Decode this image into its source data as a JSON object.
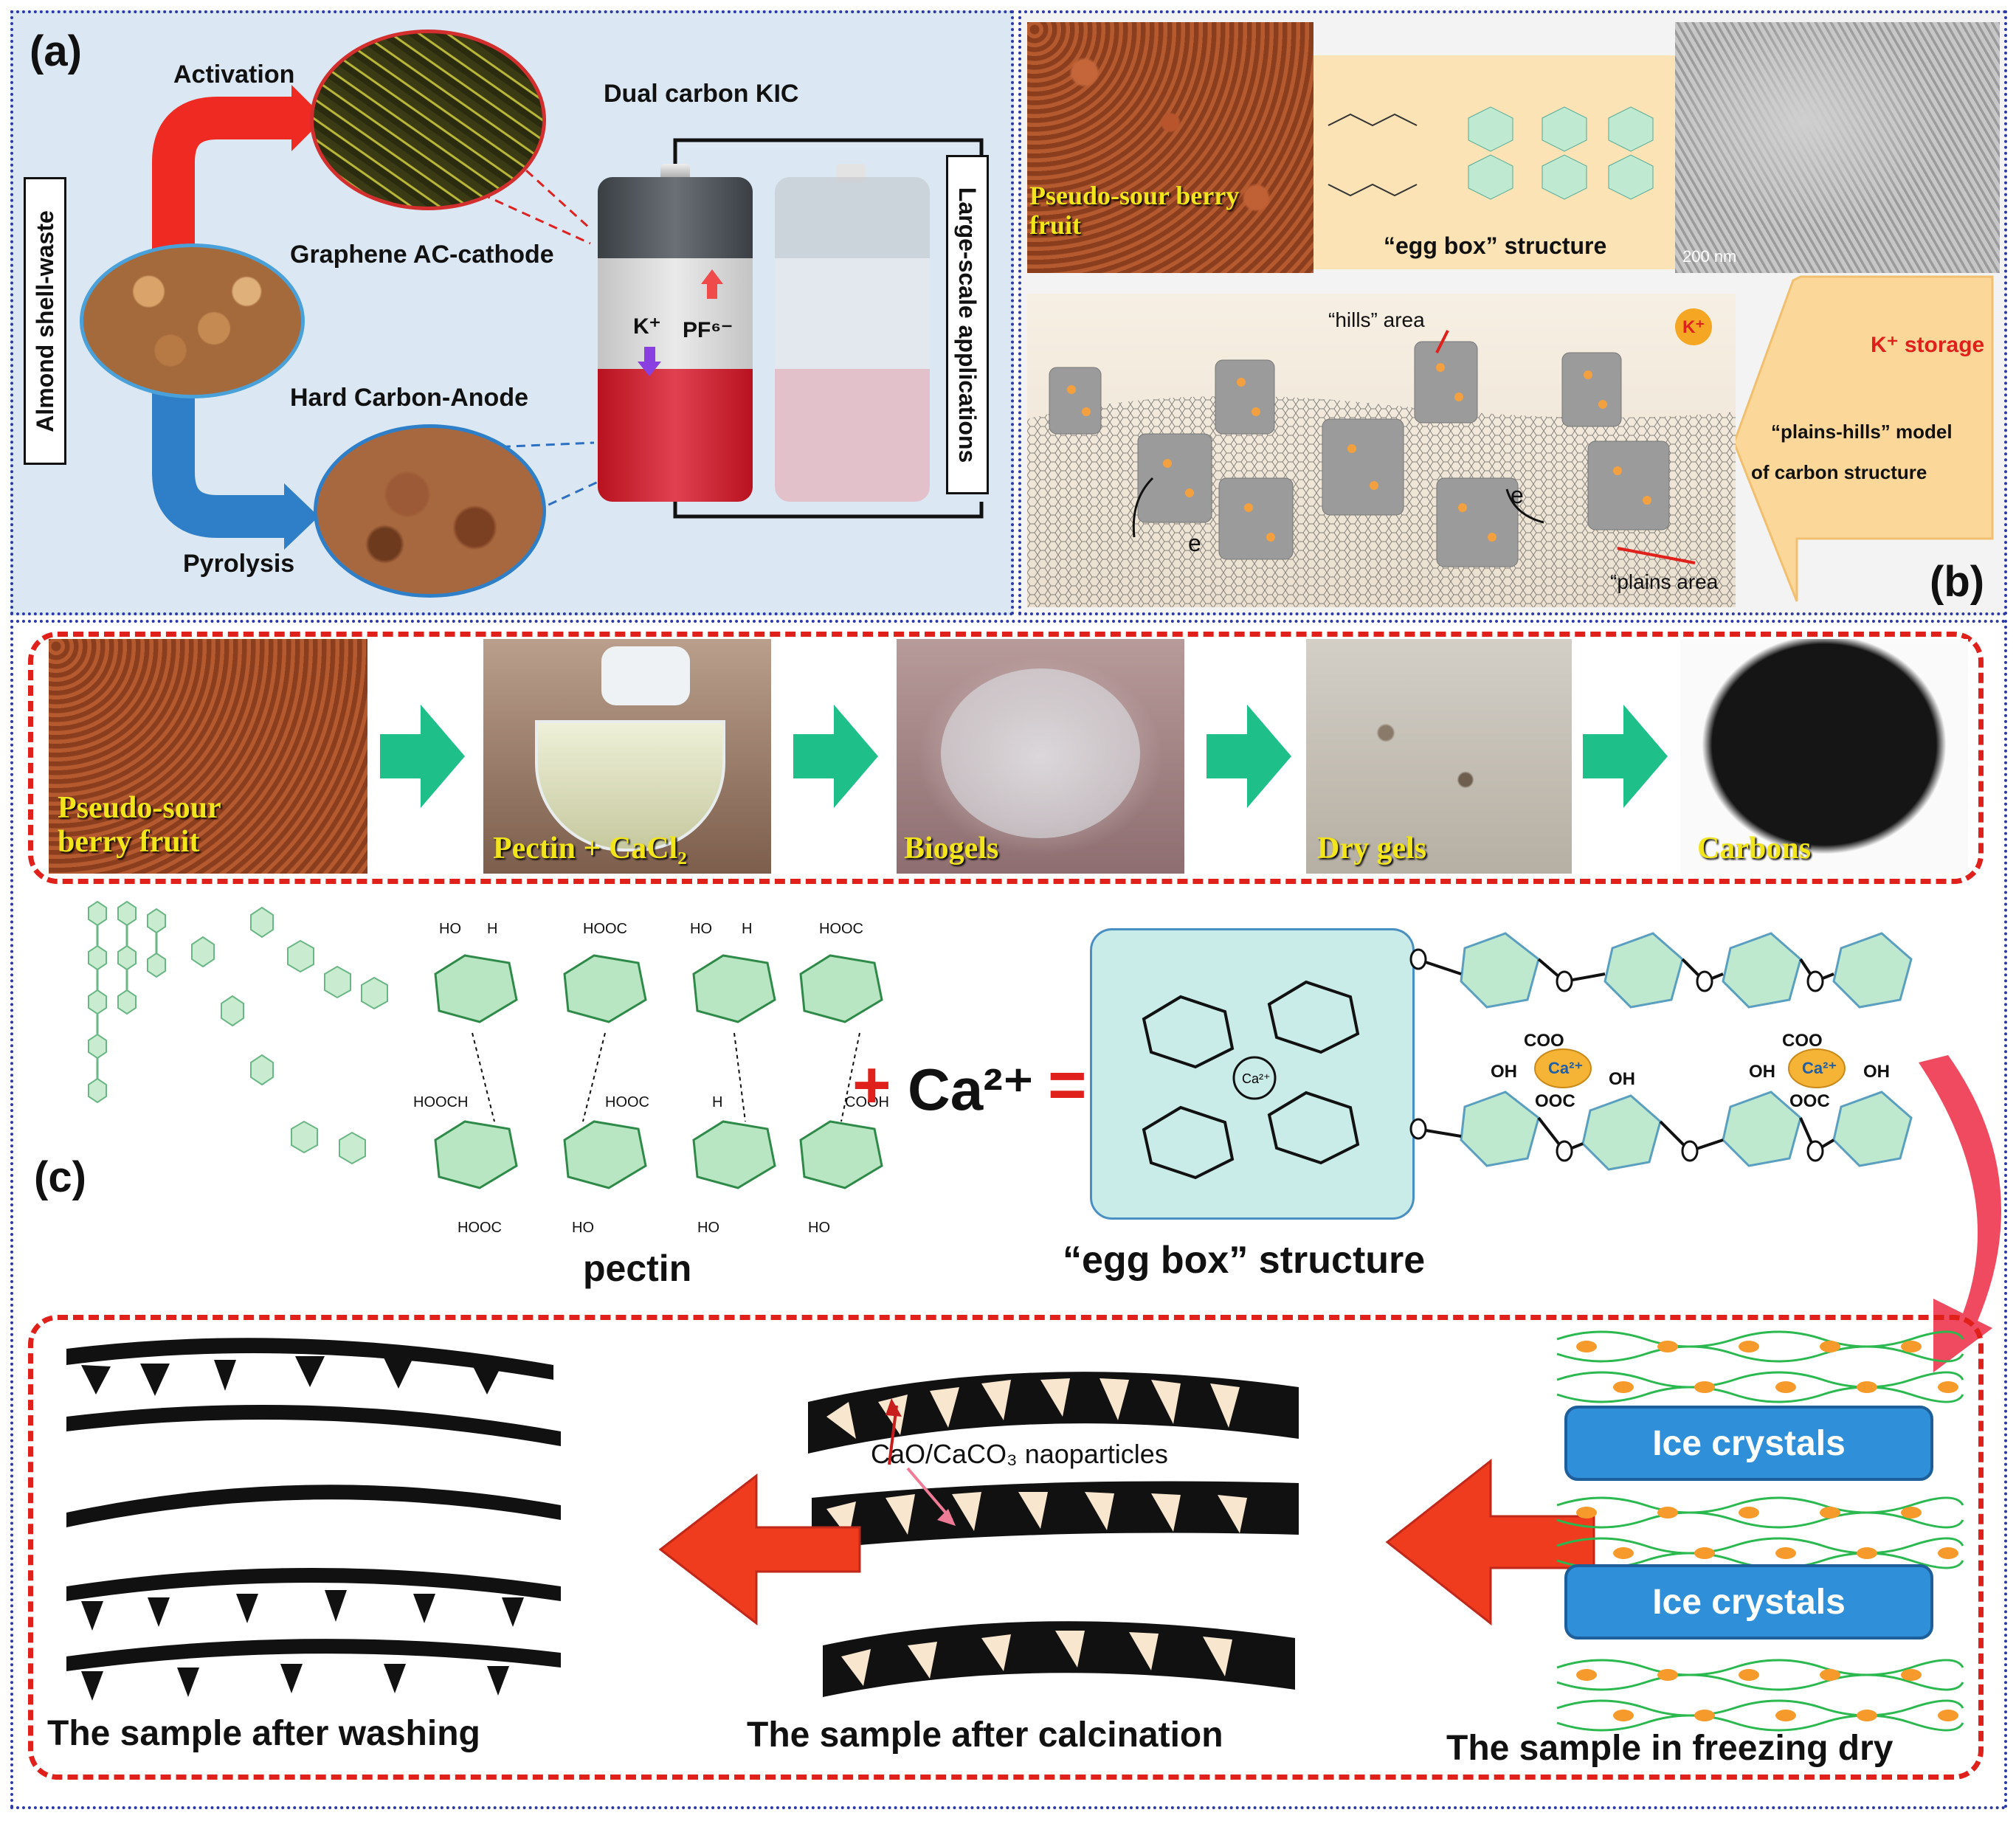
{
  "panel_a": {
    "label": "(a)",
    "activation": "Activation",
    "pyrolysis": "Pyrolysis",
    "almond": "Almond shell-waste",
    "graphene": "Graphene AC-cathode",
    "hard_carbon": "Hard Carbon-Anode",
    "dual": "Dual carbon KIC",
    "large_scale": "Large-scale applications",
    "k_ion": "K⁺",
    "pf6": "PF⁶⁻"
  },
  "panel_b": {
    "label": "(b)",
    "fruit": "Pseudo-sour berry fruit",
    "egg_box": "“egg box” structure",
    "hills": "“hills” area",
    "plains": "“plains area",
    "k_badge": "K⁺",
    "k_storage": "K⁺ storage",
    "model_line1": "“plains-hills” model",
    "model_line2": "of carbon structure",
    "scale": "200 nm",
    "e1": "e",
    "e2": "e"
  },
  "panel_c": {
    "label": "(c)",
    "steps": [
      "Pseudo-sour berry fruit",
      "Pectin + CaCl₂",
      "Biogels",
      "Dry gels",
      "Carbons"
    ],
    "pectin": "pectin",
    "plus": "+",
    "ca": "Ca²⁺",
    "equals": "=",
    "egg_box": "“egg box” structure",
    "ca_badge": "Ca²⁺",
    "ice1": "Ice crystals",
    "ice2": "Ice crystals",
    "cao": "CaO/CaCO₃ naoparticles",
    "after_washing": "The sample after washing",
    "after_calcination": "The sample after calcination",
    "freezing": "The sample in freezing dry"
  },
  "colors": {
    "frame": "#2b3aa8",
    "dashed": "#e0201b",
    "label_yellow": "#f2e51b",
    "step_arrow": "#1fbf8a",
    "red_arrow": "#ef3b1e",
    "blue_arrow": "#2f7fc8",
    "ice": "#2f8fd8",
    "beige": "#f7cf8a"
  }
}
